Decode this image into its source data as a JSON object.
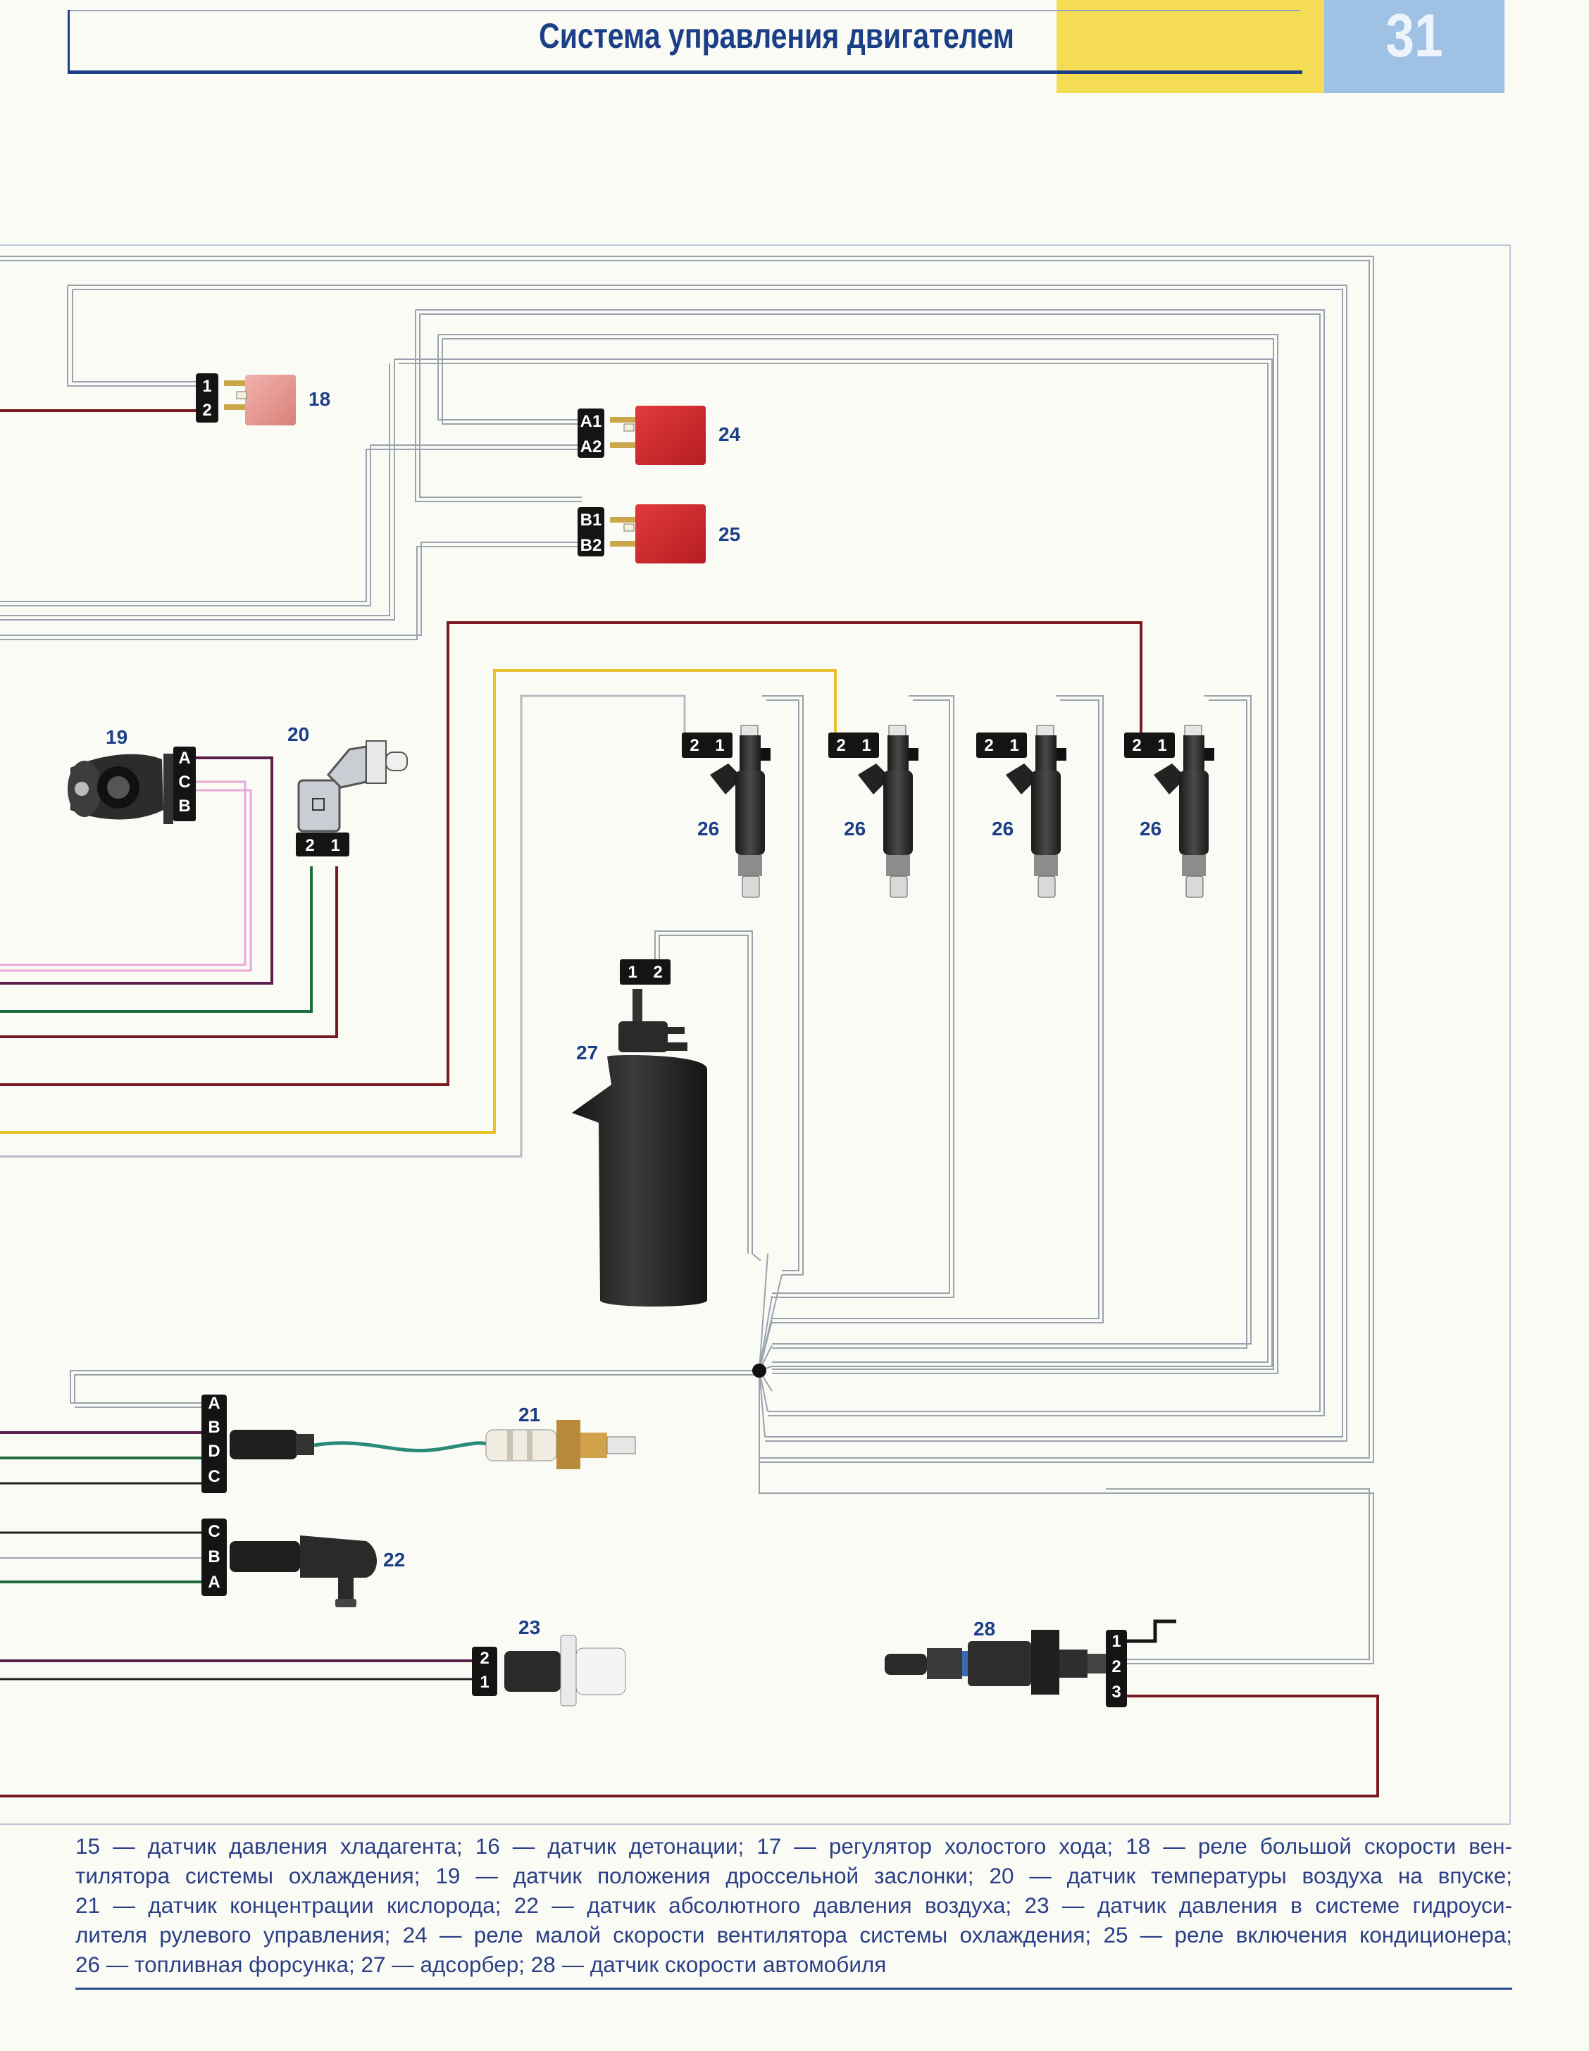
{
  "header": {
    "title": "Система управления двигателем",
    "page_number": "31"
  },
  "labels": {
    "c18": "18",
    "c19": "19",
    "c20": "20",
    "c21": "21",
    "c22": "22",
    "c23": "23",
    "c24": "24",
    "c25": "25",
    "c26a": "26",
    "c26b": "26",
    "c26c": "26",
    "c26d": "26",
    "c27": "27",
    "c28": "28"
  },
  "pins": {
    "p18": [
      "1",
      "2"
    ],
    "p24": [
      "A1",
      "A2"
    ],
    "p25": [
      "B1",
      "B2"
    ],
    "p19": [
      "A",
      "C",
      "B"
    ],
    "p20": [
      "2",
      "1"
    ],
    "p26": [
      "2",
      "1"
    ],
    "p27": [
      "1",
      "2"
    ],
    "p21": [
      "A",
      "B",
      "D",
      "C"
    ],
    "p22": [
      "C",
      "B",
      "A"
    ],
    "p23": [
      "2",
      "1"
    ],
    "p28": [
      "1",
      "2",
      "3"
    ]
  },
  "legend": {
    "lines": [
      "15 — датчик давления хладагента; 16 — датчик детонации; 17 — регулятор холостого хода; 18 — реле большой скорости вен-",
      "тилятора системы охлаждения; 19 — датчик положения дроссельной заслонки; 20 — датчик температуры воздуха на впуске;",
      "21 — датчик концентрации кислорода; 22 — датчик абсолютного давления воздуха; 23 — датчик давления в системе гидроуси-",
      "лителя рулевого управления; 24 — реле малой скорости вентилятора системы охлаждения; 25 — реле включения кондиционера;",
      "26 — топливная форсунка; 27 — адсорбер; 28 — датчик скорости автомобиля"
    ]
  },
  "colors": {
    "wire_white": "#9aa3ad",
    "wire_red": "#7a1b22",
    "wire_yellow": "#e8c12e",
    "wire_green": "#1f6b3a",
    "wire_pink": "#e8a8d8",
    "wire_violet": "#5a1f4a",
    "wire_black": "#202020",
    "wire_gray": "#b5bcc4",
    "relay_red": "#d32a2e",
    "relay_pink": "#e79a95",
    "label_blue": "#1b3f86"
  }
}
